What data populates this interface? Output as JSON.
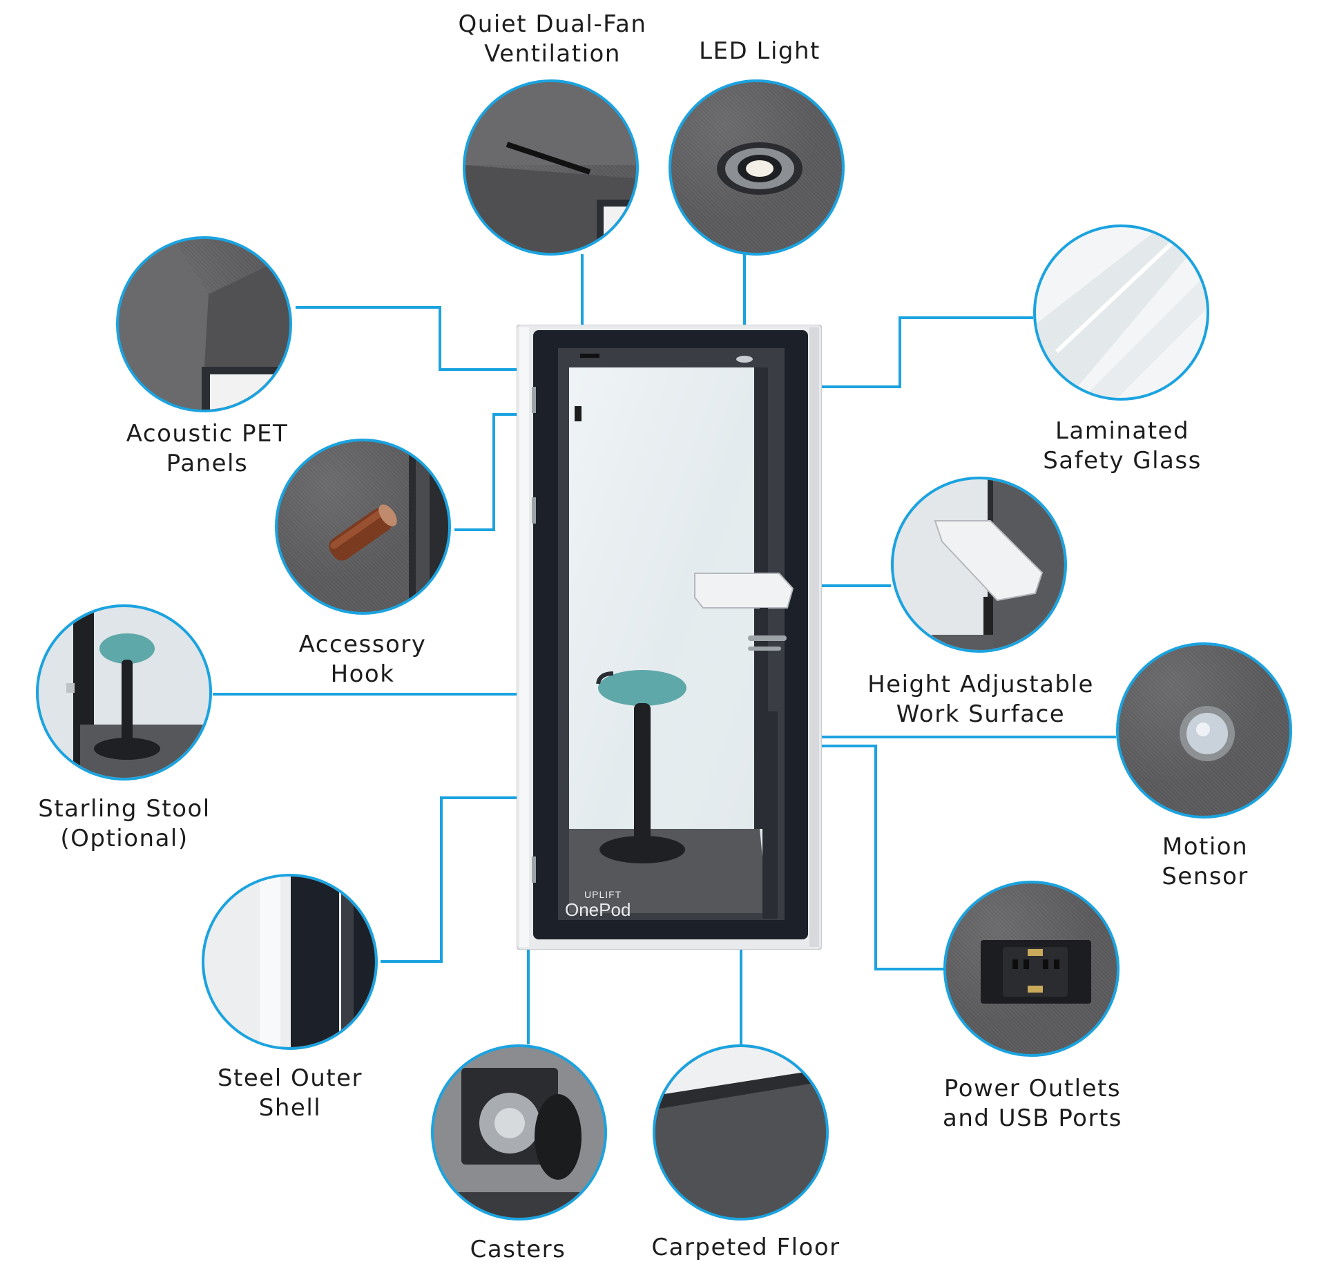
{
  "labels": {
    "ventilation": [
      "Quiet Dual-Fan",
      "Ventilation"
    ],
    "led": [
      "LED Light"
    ],
    "acoustic": [
      "Acoustic PET",
      "Panels"
    ],
    "laminated": [
      "Laminated",
      "Safety Glass"
    ],
    "hook": [
      "Accessory",
      "Hook"
    ],
    "work_surface": [
      "Height Adjustable",
      "Work Surface"
    ],
    "stool": [
      "Starling Stool",
      "(Optional)"
    ],
    "motion": [
      "Motion",
      "Sensor"
    ],
    "shell": [
      "Steel Outer",
      "Shell"
    ],
    "power": [
      "Power Outlets",
      "and USB Ports"
    ],
    "casters": [
      "Casters"
    ],
    "floor": [
      "Carpeted Floor"
    ]
  },
  "booth_logo": {
    "brand": "UPLIFT",
    "model": "OnePod"
  },
  "colors": {
    "accent": "#1ba3e0",
    "frame": "#1c2029",
    "shell": "#e9eaec",
    "felt": "#5b5b5d",
    "glass": "#e4ebee",
    "stool_seat": "#5fa8a9"
  }
}
